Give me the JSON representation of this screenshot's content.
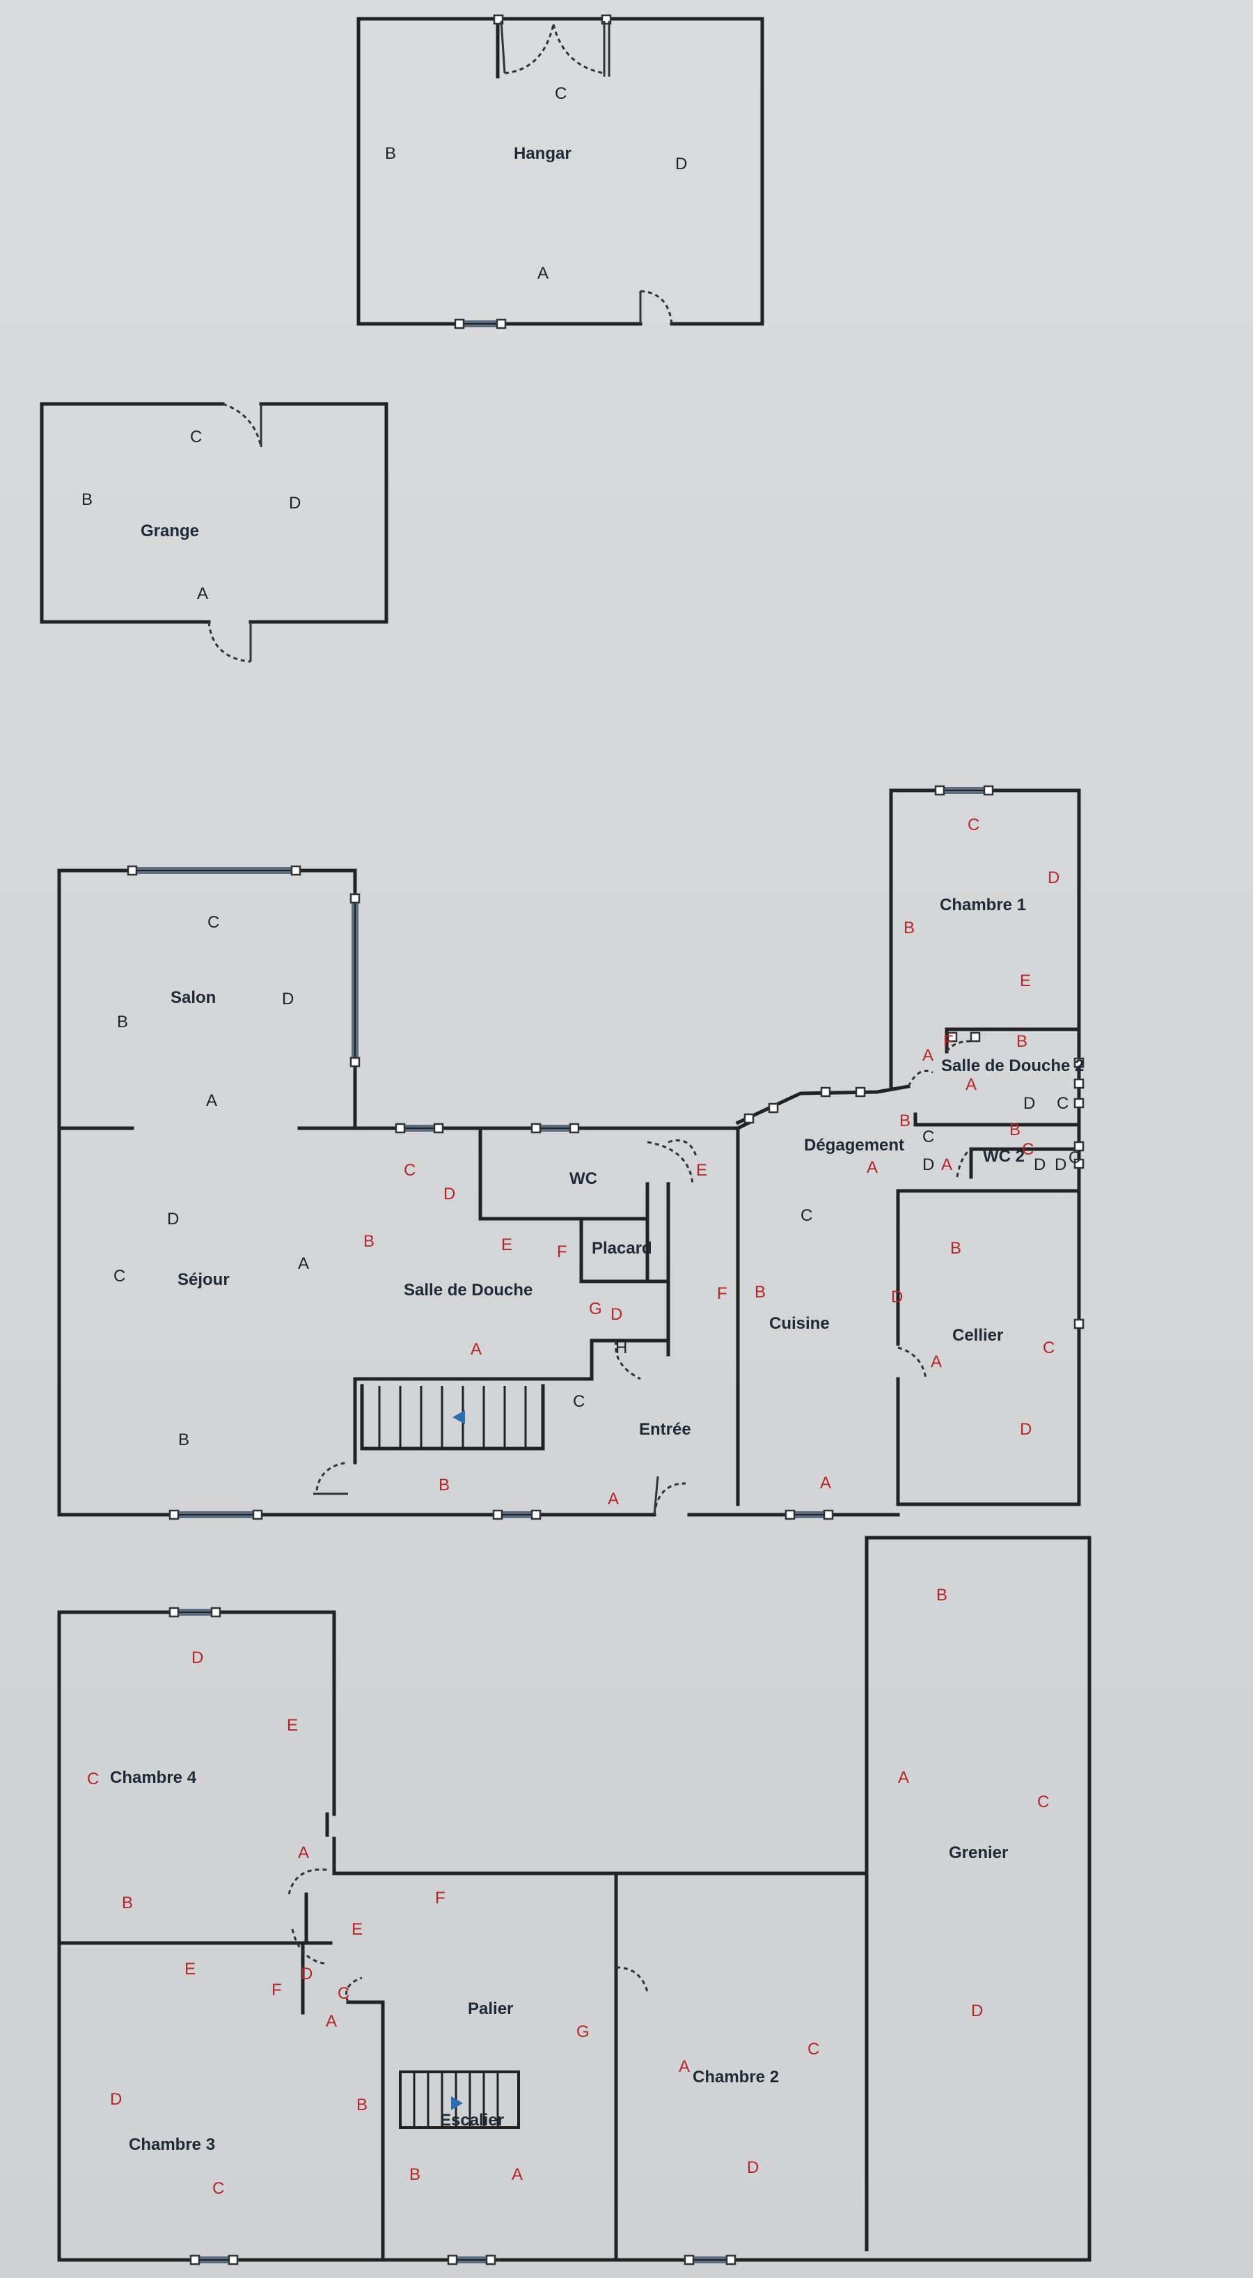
{
  "rooms": {
    "hangar": "Hangar",
    "grange": "Grange",
    "salon": "Salon",
    "sejour": "Séjour",
    "salle_de_douche": "Salle de Douche",
    "wc": "WC",
    "placard": "Placard",
    "entree": "Entrée",
    "cuisine": "Cuisine",
    "degagement": "Dégagement",
    "chambre_1": "Chambre 1",
    "salle_de_douche_2": "Salle de Douche 2",
    "wc_2": "WC 2",
    "cellier": "Cellier",
    "chambre_4": "Chambre 4",
    "chambre_3": "Chambre 3",
    "palier": "Palier",
    "escalier": "Escalier",
    "chambre_2": "Chambre 2",
    "grenier": "Grenier"
  },
  "wall_letters": [
    "A",
    "B",
    "C",
    "D",
    "E",
    "F",
    "G",
    "H"
  ],
  "colors": {
    "wall": "#222222",
    "window_frame": "#5b6d80",
    "room_label": "#1f2a36",
    "red_letter": "#b3262a",
    "stair_arrow": "#2a6fb0"
  }
}
